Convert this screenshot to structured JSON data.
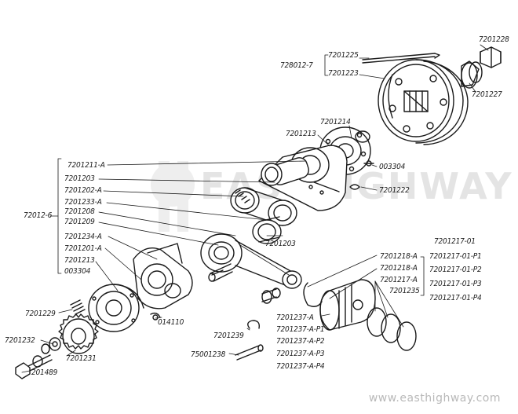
{
  "labels": {
    "l_728012_7": "728012-7",
    "l_7201225": "7201225",
    "l_7201223": "7201223",
    "l_7201228": "7201228",
    "l_7201227": "7201227",
    "l_7201214": "7201214",
    "l_7201213_top": "7201213",
    "l_003304_right": "003304",
    "l_7201222": "7201222",
    "l_7201211A": "7201211-A",
    "l_7201203_left": "7201203",
    "l_7201202A": "7201202-A",
    "l_7201233A": "7201233-A",
    "l_72012_6": "72012-6",
    "l_7201208": "7201208",
    "l_7201209": "7201209",
    "l_7201203_mid": "7201203",
    "l_7201234A": "7201234-A",
    "l_7201201A": "7201201-A",
    "l_7201213_left": "7201213",
    "l_003304_left": "003304",
    "l_7201229": "7201229",
    "l_7201232": "7201232",
    "l_7201231": "7201231",
    "l_201489": "201489",
    "l_014110": "014110",
    "l_7201239": "7201239",
    "l_75001238": "75001238",
    "l_7201218A": "7201218-A",
    "l_7201218A_2": "7201218-A",
    "l_7201217A": "7201217-A",
    "l_7201235": "7201235",
    "l_7201217_01": "7201217-01",
    "l_7201217_01_P1": "7201217-01-P1",
    "l_7201217_01_P2": "7201217-01-P2",
    "l_7201217_01_P3": "7201217-01-P3",
    "l_7201217_01_P4": "7201217-01-P4",
    "l_7201237A": "7201237-A",
    "l_7201237A_P1": "7201237-A-P1",
    "l_7201237A_P2": "7201237-A-P2",
    "l_7201237A_P3": "7201237-A-P3",
    "l_7201237A_P4": "7201237-A-P4"
  },
  "watermark": "EASTHIGHWAY",
  "website": "www.easthighway.com",
  "colors": {
    "ink": "#1a1a1a",
    "watermark": "#cfcfcf",
    "website": "#b9b9b9"
  }
}
